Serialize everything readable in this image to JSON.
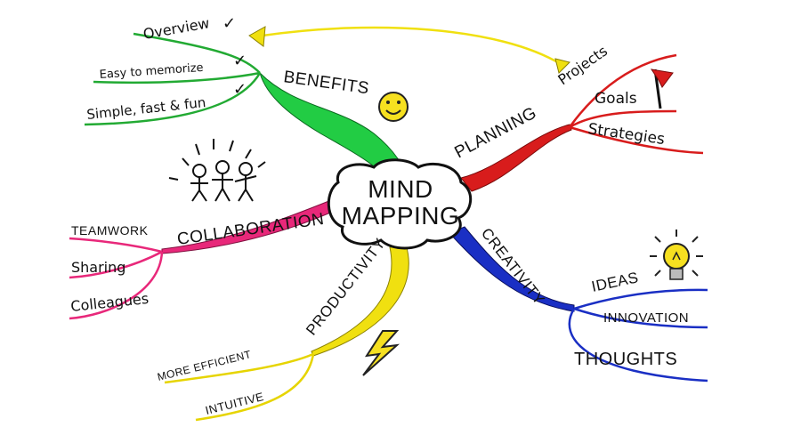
{
  "center": {
    "line1": "MIND",
    "line2": "MAPPING"
  },
  "branches": {
    "benefits": {
      "label": "BENEFITS",
      "color": "#22cc44",
      "items": [
        "Overview",
        "Easy to memorize",
        "Simple, fast & fun"
      ],
      "icon": "smiley-face-icon"
    },
    "planning": {
      "label": "PLANNING",
      "color": "#d81c1c",
      "items": [
        "Projects",
        "Goals",
        "Strategies"
      ],
      "icon": "red-flag-icon"
    },
    "creativity": {
      "label": "CREATIVITY",
      "color": "#1a2fc4",
      "items": [
        "IDEAS",
        "INNOVATION",
        "THOUGHTS"
      ],
      "icon": "light-bulb-icon"
    },
    "productivity": {
      "label": "PRODUCTIVITY",
      "color": "#f0e010",
      "items": [
        "MORE EFFICIENT",
        "INTUITIVE"
      ],
      "icon": "lightning-bolt-icon"
    },
    "collaboration": {
      "label": "COLLABORATION",
      "color": "#e8287a",
      "items": [
        "TEAMWORK",
        "Sharing",
        "Colleagues"
      ],
      "icon": "stick-figures-icon"
    }
  },
  "check_mark": "✓",
  "connector_color": "#f0e010"
}
